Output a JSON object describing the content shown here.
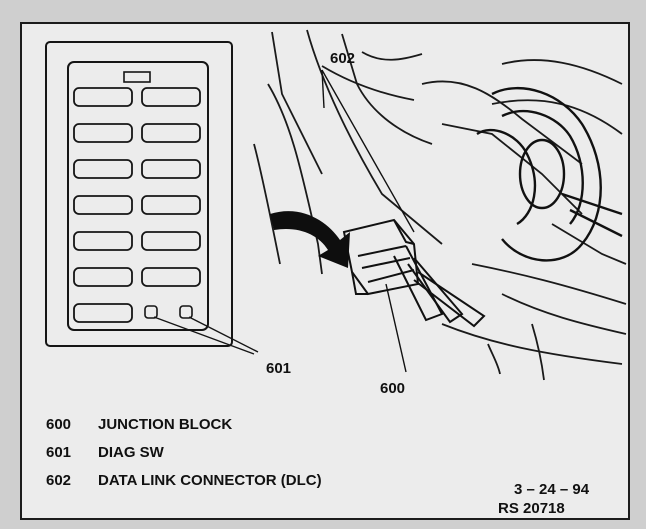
{
  "legend": [
    {
      "code": "600",
      "label": "JUNCTION BLOCK"
    },
    {
      "code": "601",
      "label": "DIAG SW"
    },
    {
      "code": "602",
      "label": "DATA LINK CONNECTOR (DLC)"
    }
  ],
  "stamp": {
    "date": "3 – 24 – 94",
    "ref": "RS 20718"
  },
  "callouts": {
    "c600": "600",
    "c601": "601",
    "c602": "602"
  }
}
